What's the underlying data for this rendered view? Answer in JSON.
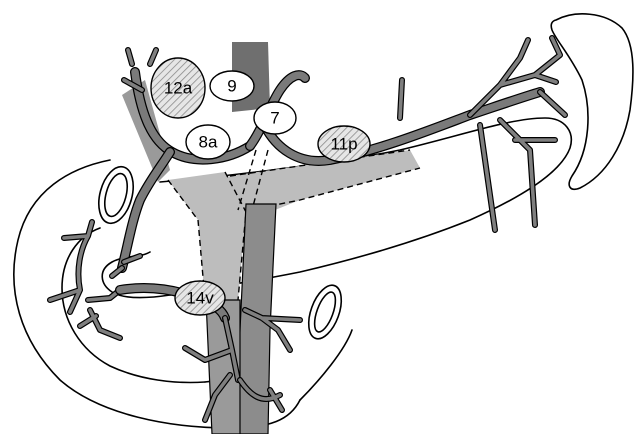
{
  "diagram": {
    "colors": {
      "artery": "#7f7f7f",
      "vein_dark": "#6f6f6f",
      "vein_light": "#bdbdbd",
      "hatch": "#9a9a9a",
      "outline": "#000000",
      "background": "#ffffff"
    },
    "lymph_nodes": [
      {
        "id": "node-12a",
        "label": "12a",
        "hatched": true
      },
      {
        "id": "node-9",
        "label": "9",
        "hatched": false
      },
      {
        "id": "node-8a",
        "label": "8a",
        "hatched": false
      },
      {
        "id": "node-7",
        "label": "7",
        "hatched": false
      },
      {
        "id": "node-11p",
        "label": "11p",
        "hatched": true
      },
      {
        "id": "node-14v",
        "label": "14v",
        "hatched": true
      }
    ]
  }
}
